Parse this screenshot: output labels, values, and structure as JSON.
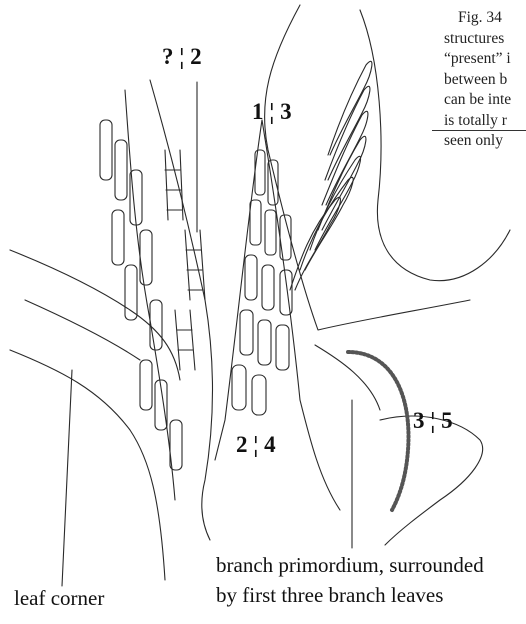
{
  "figure_caption": {
    "lines": [
      "Fig. 34",
      "structures",
      "“present” i",
      "between b",
      "can be inte",
      "is totally r",
      "seen only"
    ]
  },
  "labels": {
    "q_2": "? ¦ 2",
    "one_3": "1 ¦ 3",
    "two_4": "2 ¦ 4",
    "three_5": "3 ¦ 5"
  },
  "captions": {
    "leaf_corner": "leaf corner",
    "branch_line1": "branch primordium, surrounded",
    "branch_line2": "by first three branch leaves"
  }
}
